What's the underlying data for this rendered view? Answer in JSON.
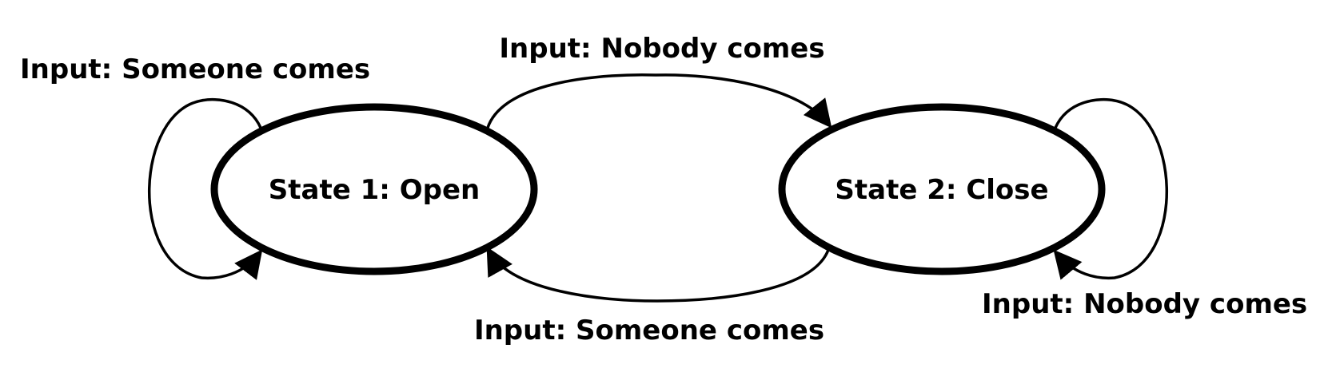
{
  "states": {
    "open": "State 1: Open",
    "close": "State 2: Close"
  },
  "transitions": {
    "open_self": "Input: Someone comes",
    "open_to_close": "Input: Nobody comes",
    "close_to_open": "Input: Someone comes",
    "close_self": "Input: Nobody comes"
  },
  "colors": {
    "stroke": "#000000",
    "background": "#ffffff"
  }
}
